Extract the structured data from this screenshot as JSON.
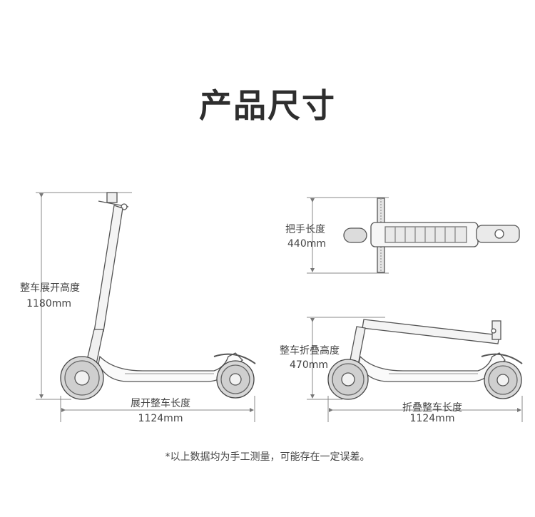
{
  "title": "产品尺寸",
  "unfolded": {
    "height_label": "整车展开高度",
    "height_value": "1180mm",
    "length_label": "展开整车长度",
    "length_value": "1124mm"
  },
  "top_view": {
    "width_label": "把手长度",
    "width_value": "440mm"
  },
  "folded": {
    "height_label": "整车折叠高度",
    "height_value": "470mm",
    "length_label": "折叠整车长度",
    "length_value": "1124mm"
  },
  "footnote": "*以上数据均为手工测量，可能存在一定误差。"
}
